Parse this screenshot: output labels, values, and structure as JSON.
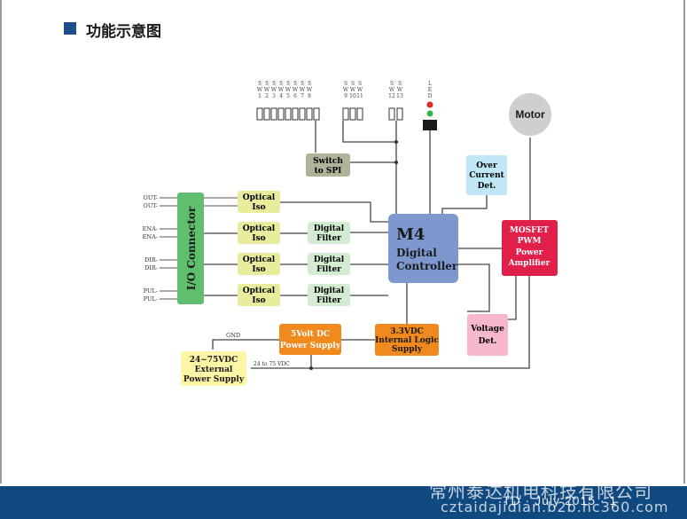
{
  "header": {
    "title": "功能示意图"
  },
  "diagram": {
    "sw_labels": [
      "1",
      "2",
      "3",
      "4",
      "5",
      "6",
      "7",
      "8",
      "9",
      "10",
      "11",
      "12",
      "13"
    ],
    "led_label": "LED",
    "switch_to_spi": [
      "Switch",
      "to SPI"
    ],
    "motor": "Motor",
    "over_current": [
      "Over",
      "Current",
      "Det."
    ],
    "io_connector": "I/O Connector",
    "optical_iso": [
      "Optical",
      "Iso"
    ],
    "digital_filter": [
      "Digital",
      "Filter"
    ],
    "controller": [
      "M4",
      "Digital",
      "Controller"
    ],
    "mosfet": [
      "MOSFET",
      "PWM",
      "Power",
      "Amplifier"
    ],
    "voltage_det": [
      "Voltage",
      "Det."
    ],
    "psu_5v": [
      "5Volt DC",
      "Power Supply"
    ],
    "psu_3v3": [
      "3.3VDC",
      "Internal Logic",
      "Supply"
    ],
    "ext_power": [
      "24~75VDC",
      "External",
      "Power Supply"
    ],
    "gnd": "GND",
    "vdc_label": "24 to 75 VDC",
    "signals": [
      "OUT-",
      "OUT-",
      "ENA-",
      "ENA-",
      "DIR-",
      "DIR-",
      "PUL-",
      "PUL-"
    ]
  },
  "footer": {
    "meta": "TD · July 2015 · 1",
    "watermark_line1": "常州泰达机电科技有限公司",
    "watermark_line2": "cztaidajidian.b2b.hc360.com"
  },
  "colors": {
    "accent_blue": "#1f4e8c",
    "footer_blue": "#10497f",
    "io_green": "#5fbf6f",
    "iso_yellow": "#e8ec9c",
    "filter_green": "#d3ecd1",
    "controller_blue": "#7d97cf",
    "mosfet_red": "#e0204a",
    "psu_orange": "#f08a1e",
    "ext_yellow": "#fdf6a6",
    "voltage_pink": "#f7b8cc",
    "overcurrent_cyan": "#bfe7f5",
    "switch_gray": "#b1b29a",
    "motor_gray": "#cfcfcf"
  }
}
